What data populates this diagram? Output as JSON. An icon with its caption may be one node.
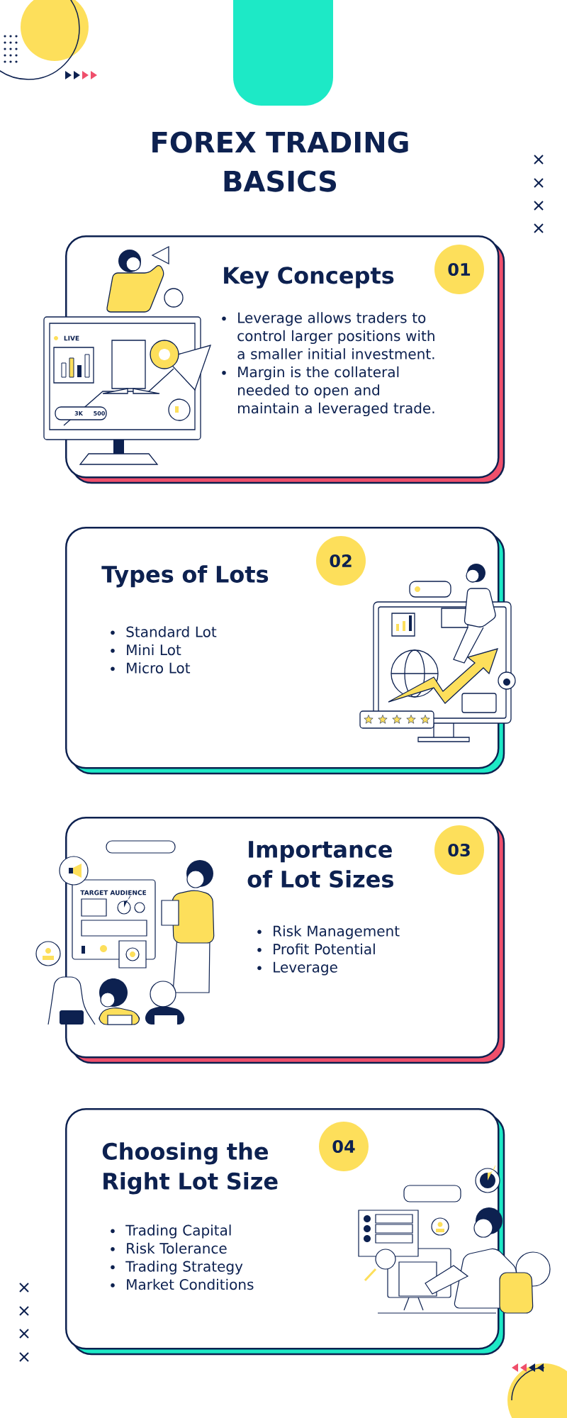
{
  "diagram": {
    "title": "FOREX TRADING BASICS",
    "nodes": [
      {
        "text": [
          "Key Concepts",
          "Leverage allows traders to control larger positions with a smaller initial investment.",
          "Margin is the collateral needed to open and maintain a leveraged trade."
        ]
      },
      {
        "text": [
          "01"
        ],
        "in": 0
      },
      {
        "text": [
          "Types of Lots",
          "Standard Lot",
          "Mini Lot",
          "Micro Lot"
        ]
      },
      {
        "text": [
          "02"
        ],
        "in": 2
      },
      {
        "text": [
          "Importance of Lot Sizes",
          "Risk Management",
          "Profit Potential",
          "Leverage"
        ]
      },
      {
        "text": [
          "03"
        ],
        "in": 4
      },
      {
        "text": [
          "Choosing the Right Lot Size",
          "Trading Capital",
          "Risk Tolerance",
          "Trading Strategy",
          "Market Conditions"
        ]
      },
      {
        "text": [
          "04"
        ],
        "in": 6
      }
    ],
    "labels": [
      "LIVE",
      "3K",
      "500",
      "TARGET AUDIENCE"
    ]
  }
}
